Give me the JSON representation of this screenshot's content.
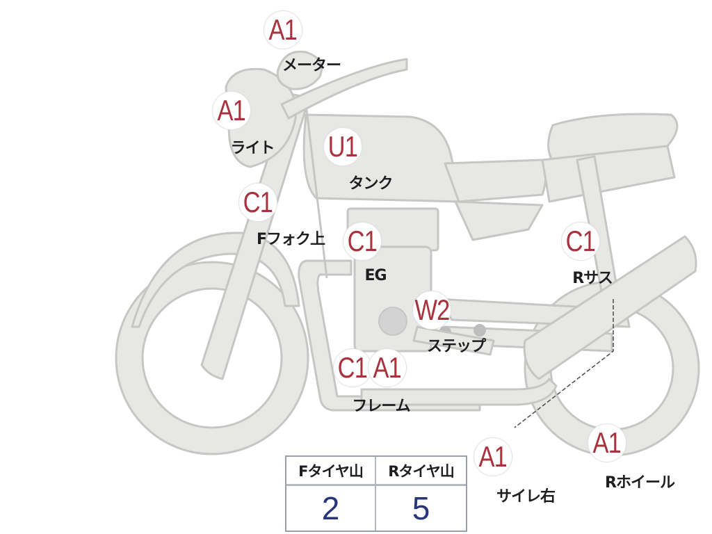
{
  "markers": [
    {
      "id": "meter",
      "grade": "A1",
      "label": "メーター"
    },
    {
      "id": "light",
      "grade": "A1",
      "label": "ライト"
    },
    {
      "id": "tank",
      "grade": "U1",
      "label": "タンク"
    },
    {
      "id": "fork-upper",
      "grade": "C1",
      "label": "Fフォク上"
    },
    {
      "id": "engine",
      "grade": "C1",
      "label": "EG"
    },
    {
      "id": "rear-suspension",
      "grade": "C1",
      "label": "Rサス"
    },
    {
      "id": "step",
      "grade": "W2",
      "label": "ステップ"
    },
    {
      "id": "frame",
      "grades": [
        "C1",
        "A1"
      ],
      "label": "フレーム"
    },
    {
      "id": "muffler-right",
      "grade": "A1",
      "label": "サイレ右"
    },
    {
      "id": "rear-wheel",
      "grade": "A1",
      "label": "Rホイール"
    }
  ],
  "tread_table": {
    "headers": [
      "Fタイヤ山",
      "Rタイヤ山"
    ],
    "values": [
      "2",
      "5"
    ]
  }
}
